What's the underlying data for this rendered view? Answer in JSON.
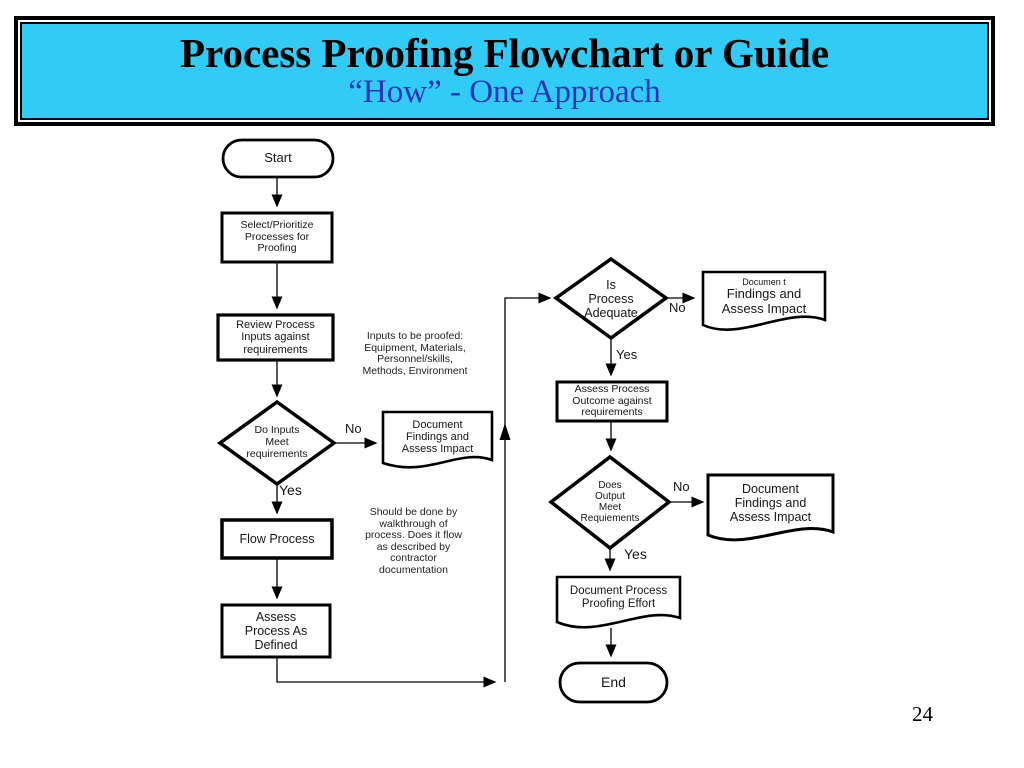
{
  "slide": {
    "title": "Process Proofing Flowchart or Guide",
    "subtitle": "“How” - One Approach",
    "page_number": "24",
    "colors": {
      "banner_bg": "#31CBF5",
      "title_color": "#000000",
      "subtitle_color": "#2B35B5"
    }
  },
  "flowchart": {
    "nodes": {
      "start": "Start",
      "select": "Select/Prioritize\nProcesses for\nProofing",
      "review": "Review Process\nInputs against\nrequirements",
      "do_inputs": "Do Inputs\nMeet\nrequirements",
      "doc_findings_left": "Document\nFindings and\nAssess Impact",
      "flow_process": "Flow Process",
      "assess_defined": "Assess\nProcess As\nDefined",
      "is_adequate": "Is\nProcess\nAdequate",
      "doc_findings_top_small": "Documen t",
      "doc_findings_top_rest": "Findings and\nAssess Impact",
      "outcome": "Assess Process\nOutcome against\nrequirements",
      "does_output": "Does\nOutput\nMeet\nRequiements",
      "doc_findings_right": "Document\nFindings and\nAssess Impact",
      "doc_proofing_effort": "Document Process\nProofing Effort",
      "end": "End"
    },
    "edge_labels": {
      "no1": "No",
      "yes1": "Yes",
      "no2": "No",
      "yes2": "Yes",
      "no3": "No",
      "yes3": "Yes"
    },
    "annotations": {
      "inputs_note": "Inputs to be proofed:\nEquipment, Materials,\nPersonnel/skills,\nMethods, Environment",
      "walkthrough_note": "Should be done by\nwalkthrough of\nprocess.  Does it flow\nas described by\ncontractor\ndocumentation"
    }
  }
}
